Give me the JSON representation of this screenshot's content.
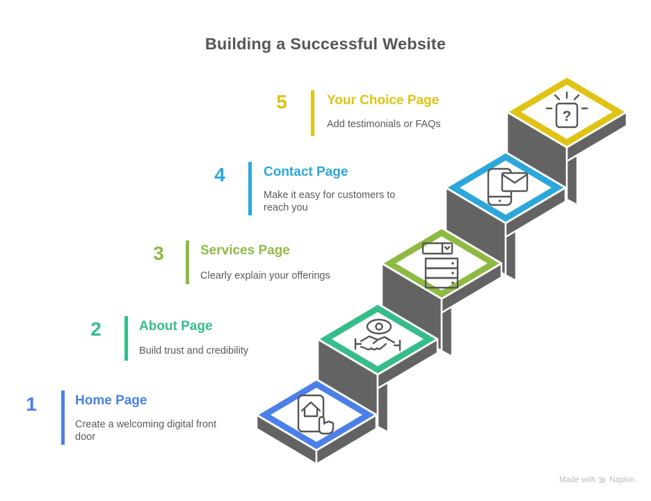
{
  "title": "Building a Successful Website",
  "steps": [
    {
      "number": "1",
      "title": "Home Page",
      "description": "Create a welcoming digital front door",
      "color": "#4a80e8",
      "icon": "home-tap-icon"
    },
    {
      "number": "2",
      "title": "About Page",
      "description": "Build trust and credibility",
      "color": "#35bd8a",
      "icon": "trust-handshake-icon"
    },
    {
      "number": "3",
      "title": "Services Page",
      "description": "Clearly explain your offerings",
      "color": "#8eba43",
      "icon": "services-list-icon"
    },
    {
      "number": "4",
      "title": "Contact Page",
      "description": "Make it easy for customers to reach you",
      "color": "#2ba7dc",
      "icon": "contact-phone-mail-icon"
    },
    {
      "number": "5",
      "title": "Your Choice Page",
      "description": "Add testimonials or FAQs",
      "color": "#e0c313",
      "icon": "question-card-icon"
    }
  ],
  "watermark": {
    "prefix": "Made with",
    "brand": "Napkin"
  },
  "colors": {
    "wall": "#636363",
    "title_text": "#555658",
    "description_text": "#58595b",
    "icon_stroke": "#555555",
    "watermark_text": "#bdbdbd",
    "background": "#ffffff"
  }
}
